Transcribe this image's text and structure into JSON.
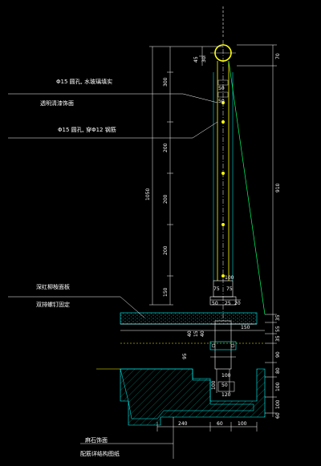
{
  "labels": {
    "hole_sealant": "Φ15 圆孔, 水玻璃填实",
    "clear_finish": "透明清漆饰面",
    "hole_rebar": "Φ15 圆孔, 穿Φ12 钢筋",
    "wood_plank": "深红柳桉面板",
    "bolt_fix": "双排螺钉固定",
    "stone_finish": "麻石饰面",
    "rebar_note": "配筋详结构图纸"
  },
  "dims_left": [
    "300",
    "200",
    "200",
    "200",
    "150",
    "1050"
  ],
  "dims_right": [
    "70",
    "910",
    "35",
    "55",
    "35",
    "90",
    "80",
    "100",
    "100",
    "60"
  ],
  "dims_top": [
    "45",
    "30"
  ],
  "dims_post": [
    "50",
    "50",
    "100",
    "75",
    "75",
    "50",
    "25",
    "20",
    "150"
  ],
  "dims_base_small": [
    "40",
    "15",
    "40",
    "95",
    "100",
    "50",
    "100",
    "120"
  ],
  "dims_bottom": [
    "240",
    "60",
    "100"
  ],
  "colors": {
    "background": "#000000",
    "lines": "#ffffff",
    "accent_cyan": "#00ffff",
    "accent_yellow": "#ffff00",
    "accent_green": "#00ff66",
    "hatch": "#00b89c"
  }
}
